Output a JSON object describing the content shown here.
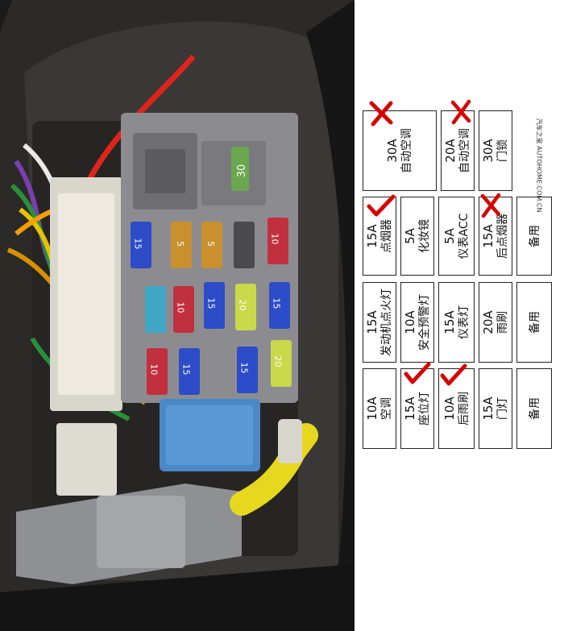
{
  "photo": {
    "description_hidden": ""
  },
  "diagram": {
    "credit": "汽车之家 AUTOHOME.COM.CN",
    "fuses": {
      "r1c1": {
        "amp": "30A",
        "name": "自动空调"
      },
      "r1c3": {
        "amp": "20A",
        "name": "自动空调"
      },
      "r1c4": {
        "amp": "30A",
        "name": "门锁"
      },
      "r2c1": {
        "amp": "15A",
        "name": "点烟器"
      },
      "r2c2": {
        "amp": "5A",
        "name": "化妆镜"
      },
      "r2c3": {
        "amp": "5A",
        "name": "仪表ACC"
      },
      "r2c4": {
        "amp": "15A",
        "name": "后点烟器"
      },
      "r2c5": {
        "amp": "",
        "name": "备用"
      },
      "r3c1": {
        "amp": "15A",
        "name": "发动机点火灯"
      },
      "r3c2": {
        "amp": "10A",
        "name": "安全预警灯"
      },
      "r3c3": {
        "amp": "15A",
        "name": "仪表灯"
      },
      "r3c4": {
        "amp": "20A",
        "name": "雨刷"
      },
      "r3c5": {
        "amp": "",
        "name": "备用"
      },
      "r4c1": {
        "amp": "10A",
        "name": "空调"
      },
      "r4c2": {
        "amp": "15A",
        "name": "座位灯"
      },
      "r4c3": {
        "amp": "10A",
        "name": "后雨刷"
      },
      "r4c4": {
        "amp": "15A",
        "name": "门灯"
      },
      "r4c5": {
        "amp": "",
        "name": "备用"
      }
    },
    "marks": {
      "check_color": "#d40000",
      "cross_color": "#d40000"
    }
  },
  "fuse_labels": [
    "15",
    "5",
    "5",
    "10",
    "10",
    "15",
    "20",
    "15",
    "10",
    "15",
    "15",
    "20",
    "30"
  ]
}
